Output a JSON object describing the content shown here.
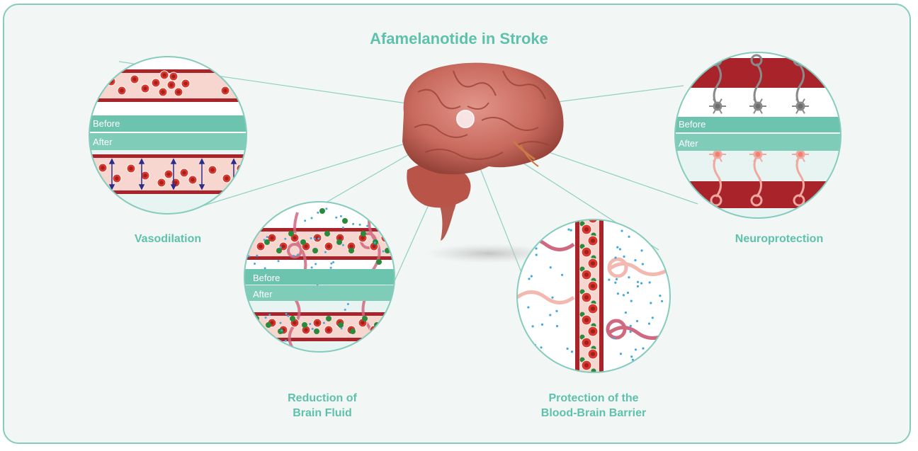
{
  "title": "Afamelanotide in Stroke",
  "colors": {
    "accent": "#5ec1ab",
    "vessel_wall": "#a8232a",
    "blood_cell": "#d83a2e",
    "protein": "#2a8a3c",
    "fluid": "#45a8e0",
    "pericyte": "#d06880"
  },
  "panels": {
    "vasodilation": {
      "caption": "Vasodilation",
      "before_label": "Before",
      "after_label": "After"
    },
    "reduction": {
      "caption_line1": "Reduction of",
      "caption_line2": "Brain Fluid",
      "before_label": "Before",
      "after_label": "After"
    },
    "bbb": {
      "caption_line1": "Protection of the",
      "caption_line2": "Blood-Brain Barrier"
    },
    "neuroprotection": {
      "caption": "Neuroprotection",
      "before_label": "Before",
      "after_label": "After"
    }
  }
}
